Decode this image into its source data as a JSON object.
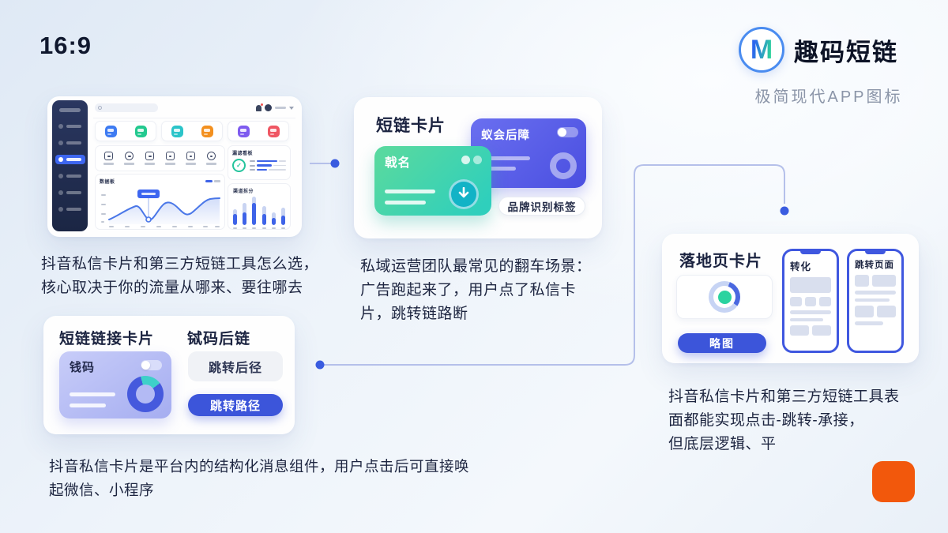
{
  "meta": {
    "ratio_label": "16:9"
  },
  "brand": {
    "logo_letter": "M",
    "title": "趣码短链",
    "subtitle": "极简现代APP图标"
  },
  "dashboard": {
    "data_panel_title": "数据板",
    "funnel_panel_title": "漏滤看板",
    "channel_panel_title": "渠道拆分",
    "chart_data": {
      "type": "line",
      "values": [
        14,
        26,
        36,
        19,
        40,
        33,
        24,
        47,
        47
      ],
      "bar_values": [
        20,
        28,
        38,
        24,
        16,
        22
      ],
      "grid": false,
      "legend_position": "top-right"
    }
  },
  "shortlink_card": {
    "title": "短链卡片",
    "purple_card_label": "蚁会后障",
    "green_card_label": "戟名",
    "tag": "品牌识别标签"
  },
  "link_card": {
    "title": "短链链接卡片",
    "subtitle": "铽码后链",
    "mini_card_label": "钱码",
    "gray_pill": "跳转后径",
    "blue_pill": "跳转路径"
  },
  "landing_card": {
    "title": "落地页卡片",
    "thumb_pill": "略图",
    "phone_left_label": "转化",
    "phone_right_label": "跳转页面"
  },
  "captions": {
    "dashboard": "抖音私信卡片和第三方短链工具怎么选，\n核心取决于你的流量从哪来、要往哪去",
    "shortlink": "私域运营团队最常见的翻车场景：\n广告跑起来了，用户点了私信卡\n片，跳转链路断",
    "link": "抖音私信卡片是平台内的结构化消息组件，用户点击后可直接唤\n起微信、小程序",
    "landing": "抖音私信卡片和第三方短链工具表\n面都能实现点击-跳转-承接，\n但底层逻辑、平"
  },
  "colors": {
    "accent_blue": "#3c55da",
    "connector_dot": "#3a5ce0",
    "connector_line": "#b5c0ea",
    "green_card_start": "#57d9a0",
    "green_card_end": "#2fcfbc",
    "purple_card_start": "#6a6ff0",
    "purple_card_end": "#4a4fe0",
    "lavender_card": "#b3baf4",
    "orange_block": "#f2580c",
    "teal_circle": "#12b3c6",
    "background_tint": "#e4edf7"
  }
}
